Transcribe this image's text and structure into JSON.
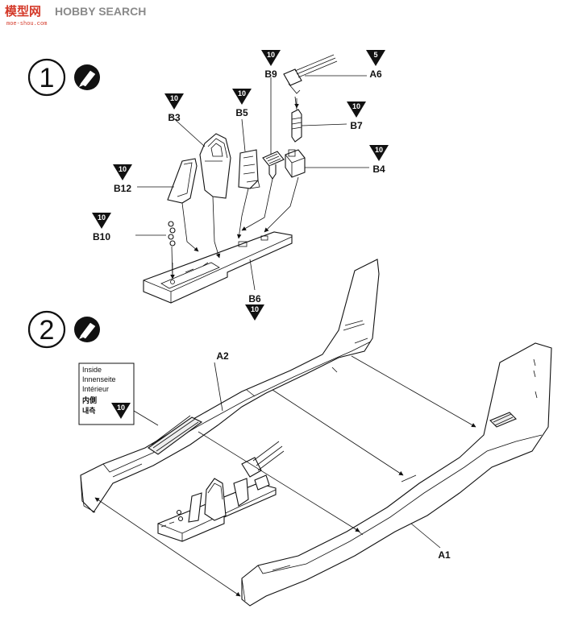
{
  "watermark": {
    "glyphs": "模型网",
    "brand": "HOBBY SEARCH",
    "url": "moe-shou.com",
    "colors": {
      "glyphs": "#d43a2a",
      "brand": "#8a8a8a"
    }
  },
  "step1": {
    "number": "1",
    "icon": "glue-tube-icon",
    "parts": {
      "B3": {
        "label": "B3",
        "paint": "10"
      },
      "B5": {
        "label": "B5",
        "paint": "10"
      },
      "B9": {
        "label": "B9",
        "paint": "10"
      },
      "A6": {
        "label": "A6",
        "paint": "5"
      },
      "B7": {
        "label": "B7",
        "paint": "10"
      },
      "B4": {
        "label": "B4",
        "paint": "10"
      },
      "B12": {
        "label": "B12",
        "paint": "10"
      },
      "B10": {
        "label": "B10",
        "paint": "10"
      },
      "B6": {
        "label": "B6",
        "paint": "10"
      }
    }
  },
  "step2": {
    "number": "2",
    "icon": "glue-tube-icon",
    "parts": {
      "A2": {
        "label": "A2"
      },
      "A1": {
        "label": "A1"
      }
    },
    "inside_note": {
      "lines": [
        "Inside",
        "Innenseite",
        "Intérieur",
        "内側",
        "내측"
      ],
      "paint": "10"
    }
  }
}
